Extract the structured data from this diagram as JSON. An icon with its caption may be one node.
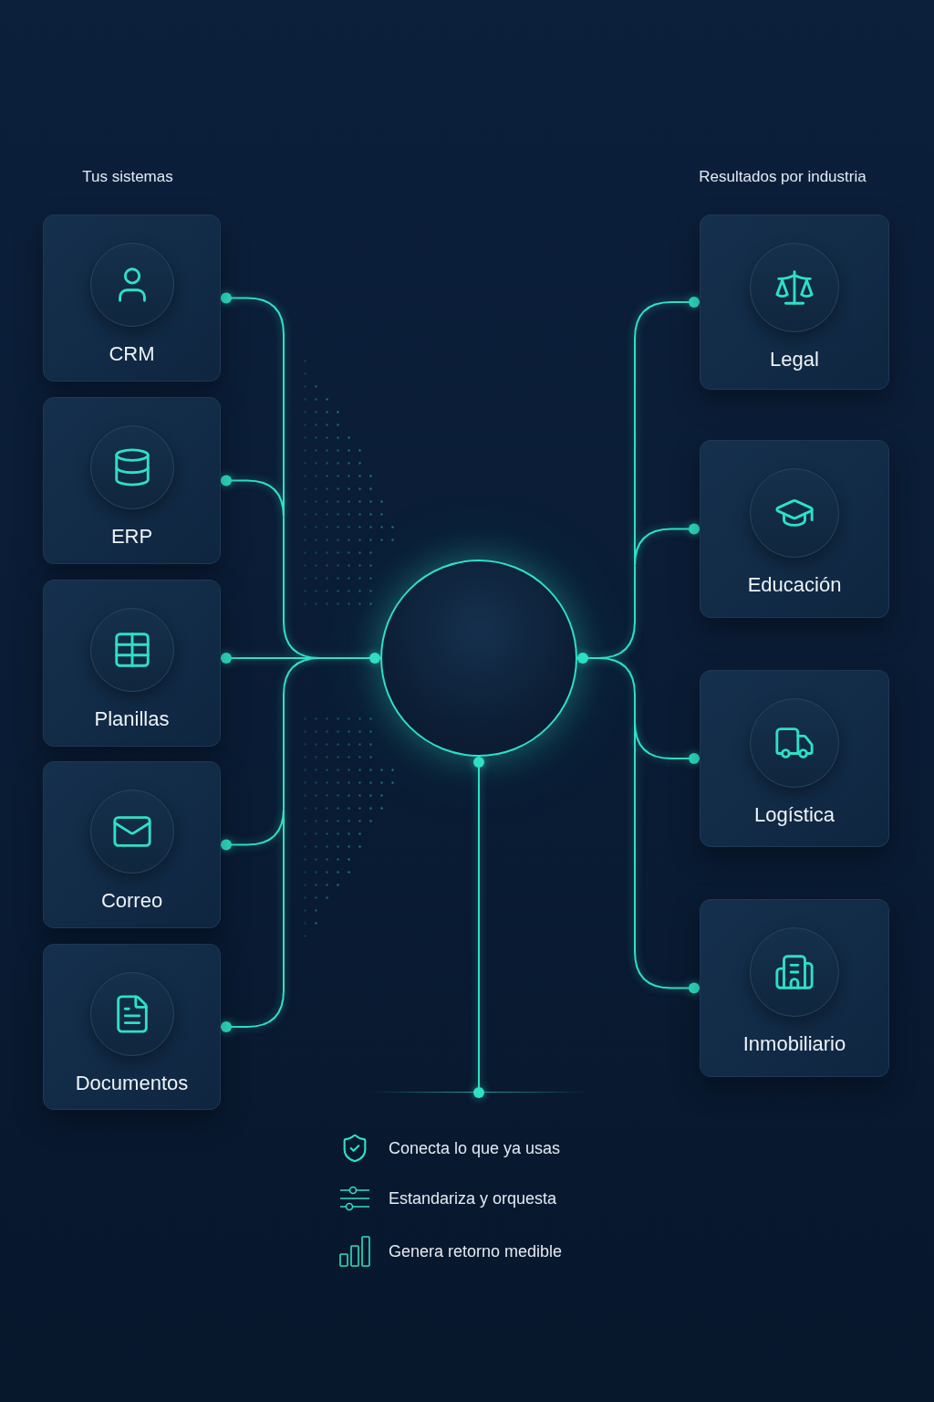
{
  "diagram": {
    "nodes": [
      {
        "text": [
          "CRM"
        ]
      },
      {
        "text": [
          "ERP"
        ]
      },
      {
        "text": [
          "Planillas"
        ]
      },
      {
        "text": [
          "Correo"
        ]
      },
      {
        "text": [
          "Documentos"
        ]
      },
      {
        "text": [],
        "shape": "circle"
      },
      {
        "text": [
          "Legal"
        ]
      },
      {
        "text": [
          "Educación"
        ]
      },
      {
        "text": [
          "Logística"
        ]
      },
      {
        "text": [
          "Inmobiliario"
        ]
      }
    ],
    "edges": [
      {
        "from": 0,
        "to": 5,
        "arrow": "other"
      },
      {
        "from": 1,
        "to": 5,
        "arrow": "other"
      },
      {
        "from": 2,
        "to": 5,
        "arrow": "other"
      },
      {
        "from": 3,
        "to": 5,
        "arrow": "other"
      },
      {
        "from": 4,
        "to": 5,
        "arrow": "other"
      },
      {
        "from": 5,
        "to": 6,
        "arrow": "other"
      },
      {
        "from": 5,
        "to": 7,
        "arrow": "other"
      },
      {
        "from": 5,
        "to": 8,
        "arrow": "other"
      },
      {
        "from": 5,
        "to": 9,
        "arrow": "other"
      },
      {
        "from": 5,
        "to": null,
        "arrow": "other"
      }
    ],
    "labels": [
      "Tus sistemas",
      "Resultados por industria",
      "Conecta lo que ya usas",
      "Estandariza y orquesta",
      "Genera retorno medible"
    ]
  }
}
